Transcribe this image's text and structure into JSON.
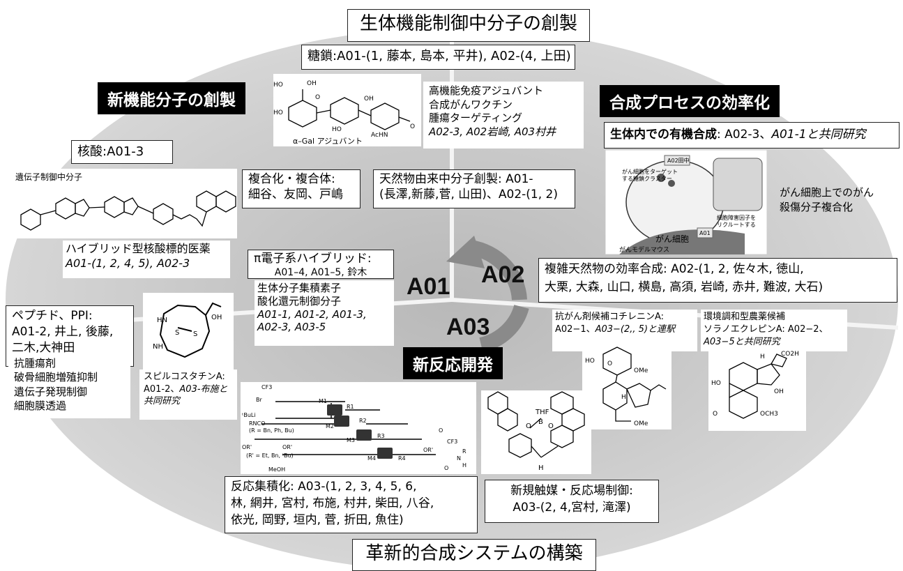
{
  "top_title": "生体機能制御中分子の創製",
  "bottom_title": "革新的合成システムの構築",
  "banners": {
    "new_function": "新機能分子の創製",
    "efficiency": "合成プロセスの効率化",
    "new_reaction": "新反応開発"
  },
  "center": {
    "a01": "A01",
    "a02": "A02",
    "a03": "A03"
  },
  "sugar": {
    "title": "糖鎖:A01-(1, 藤本, 島本, 平井), A02-(4, 上田)"
  },
  "sugar_mol": {
    "caption": "α–Gal アジュバント",
    "acnh": "AcHN",
    "ho": "HO",
    "oh": "OH",
    "o": "O"
  },
  "adjuvant": {
    "lines": [
      "高機能免疫アジュバント",
      "合成がんワクチン",
      "腫瘍ターゲティング"
    ],
    "italic": "A02-3, A02岩崎, A03村井"
  },
  "nucleic": {
    "title": "核酸:A01-3"
  },
  "gene_mol": {
    "caption": "遺伝子制御中分子"
  },
  "hybrid_drug": {
    "line1": "ハイブリッド型核酸標的医薬",
    "italic": "A01-(1, 2, 4, 5), A02-3"
  },
  "complex": {
    "line1": "複合化・複合体:",
    "line2": "細谷、友岡、戸嶋"
  },
  "natural": {
    "line1": "天然物由来中分子創製: A01-",
    "line2": "(長澤,新藤,菅, 山田)、A02-(1, 2)"
  },
  "invivo": {
    "title_bold": "生体内での有機合成",
    "title_rest": ": A02-3、",
    "italic": "A01-1と共同研究"
  },
  "invivo_fig": {
    "label1": "がん細胞をターゲット",
    "label1b": "する糖鎖クラスター",
    "label2": "A02田中",
    "label3": "細胞障害因子を",
    "label3b": "リクルートする",
    "label4": "A01",
    "cell": "がん細胞",
    "mouse": "がんモデルマウス"
  },
  "invivo_desc": {
    "line1": "がん細胞上でのがん",
    "line2": "殺傷分子複合化"
  },
  "pi": {
    "title": "π電子系ハイブリッド:",
    "subtitle": "A01–4, A01–5, 鈴木",
    "lines": [
      "生体分子集積素子",
      "酸化還元制御分子"
    ],
    "italic1": "A01-1, A01-2, A01-3,",
    "italic2": "A02-3, A03-5"
  },
  "peptide": {
    "line1": "ペプチド、PPI:",
    "line2": "A01-2, 井上, 後藤,",
    "line3": "二木,大神田"
  },
  "peptide_effects": {
    "lines": [
      "抗腫瘍剤",
      "破骨細胞増殖抑制",
      "遺伝子発現制御",
      "細胞膜透過"
    ]
  },
  "spiro_mol": {
    "oh": "OH",
    "hn": "HN",
    "nh": "NH",
    "s": "S"
  },
  "spiro": {
    "line1": "スピルコスタチンA:",
    "line2": "A01-2、",
    "italic1": "A03-布施と",
    "italic2": "共同研究"
  },
  "complex_synth": {
    "line1": "複雑天然物の効率合成: A02-(1, 2, 佐々木, 徳山,",
    "line2": "大栗, 大森, 山口, 横島, 高須, 岩崎, 赤井, 難波, 大石)"
  },
  "cotylenin": {
    "line1": "抗がん剤候補コチレニンA:",
    "line2": "A02−1、",
    "italic": "A03−(2,, 5)と連駅"
  },
  "solano": {
    "line1": "環境調和型農薬候補",
    "line2": "ソラノエクレピンA: A02−2、",
    "italic": "A03−5と共同研究"
  },
  "cot_mol": {
    "ho": "HO",
    "ome": "OMe",
    "ome2": "OMe",
    "h": "H",
    "o": "O"
  },
  "sol_mol": {
    "co2h": "CO2H",
    "h": "H",
    "ho": "HO",
    "oh": "OH",
    "och3": "OCH3",
    "o": "O"
  },
  "flow_mol": {
    "cf3": "CF3",
    "br": "Br",
    "buli": "ᵗBuLi",
    "rnco": "RNCO",
    "rdef": "(R = Bn, Ph, Bu)",
    "malon": "(R' = Et, Bn, ᵗBu)",
    "meoh": "MeOH",
    "or1": "OR'",
    "or2": "OR'",
    "or3": "OR'",
    "m1": "M1",
    "m2": "M2",
    "m3": "M3",
    "m4": "M4",
    "r1": "R1",
    "r2": "R2",
    "r3": "R3",
    "r4": "R4",
    "cf3b": "CF3",
    "n": "N",
    "h": "H",
    "r": "R",
    "o1": "O",
    "o2": "O"
  },
  "cat_mol": {
    "thf": "THF",
    "b": "B",
    "o1": "O",
    "o2": "O",
    "h": "H"
  },
  "reaction_int": {
    "line1": "反応集積化:  A03-(1, 2, 3, 4, 5, 6,",
    "line2": "林, 網井, 宮村, 布施, 村井, 柴田, 八谷,",
    "line3": "依光, 岡野,  垣内, 菅, 折田, 魚住)"
  },
  "catalyst": {
    "line1": "新規触媒・反応場制御:",
    "line2": "A03-(2, 4,宮村, 滝澤)"
  }
}
